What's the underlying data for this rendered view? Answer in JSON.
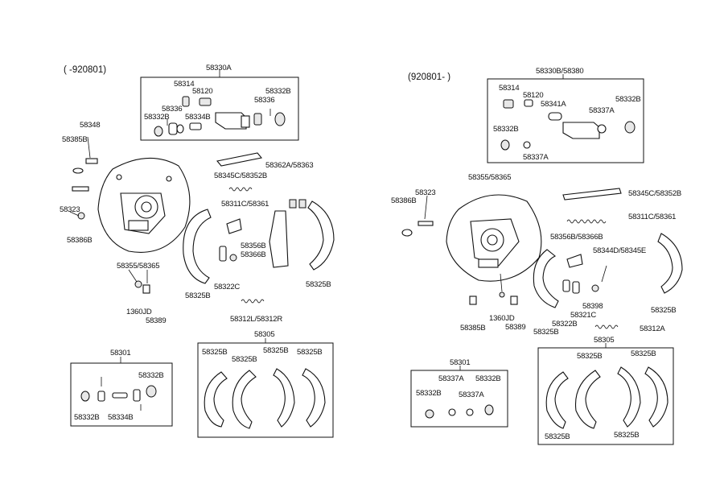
{
  "left": {
    "range": "( -920801)",
    "wheel_cylinder_kit": "58330A",
    "labels": {
      "l58314": "58314",
      "l58120": "58120",
      "l58332B_a": "58332B",
      "l58336_a": "58336",
      "l58336_b": "58336",
      "l58332B_b": "58332B",
      "l58334B_a": "58334B",
      "l58348": "58348",
      "l58385B": "58385B",
      "l58323": "58323",
      "l58386B": "58386B",
      "l58355": "58355/58365",
      "l1360JD": "1360JD",
      "l58389": "58389",
      "l58362A": "58362A/58363",
      "l58345C": "58345C/58352B",
      "l58311C": "58311C/58361",
      "l58356B": "58356B",
      "l58366B": "58366B",
      "l58322C": "58322C",
      "l58325B_a": "58325B",
      "l58325B_b": "58325B",
      "l58312L": "58312L/58312R"
    },
    "repair_kit": {
      "number": "58301",
      "labels": {
        "a": "58332B",
        "b": "58332B",
        "c": "58334B"
      }
    },
    "shoe_set": {
      "number": "58305",
      "labels": {
        "a": "58325B",
        "b": "58325B",
        "c": "58325B",
        "d": "58325B"
      }
    }
  },
  "right": {
    "range": "(920801- )",
    "wheel_cylinder_kit": "58330B/58380",
    "labels": {
      "r58314": "58314",
      "r58120": "58120",
      "r58341A": "58341A",
      "r58332B_a": "58332B",
      "r58337A_a": "58337A",
      "r58332B_b": "58332B",
      "r58337A_b": "58337A",
      "r58355": "58355/58365",
      "r58323": "58323",
      "r58386B": "58386B",
      "r58345C": "58345C/58352B",
      "r58311C": "58311C/58361",
      "r58356B": "58356B/58366B",
      "r58344D": "58344D/58345E",
      "r58322B": "58322B",
      "r58321C": "58321C",
      "r58398": "58398",
      "r58325B_a": "58325B",
      "r58325B_b": "58325B",
      "r58385B": "58385B",
      "r1360JD": "1360JD",
      "r58389": "58389",
      "r58312A": "58312A"
    },
    "repair_kit": {
      "number": "58301",
      "labels": {
        "a": "58337A",
        "b": "58332B",
        "c": "58332B",
        "d": "58337A"
      }
    },
    "shoe_set": {
      "number": "58305",
      "labels": {
        "a": "58325B",
        "b": "58325B",
        "c": "58325B",
        "d": "58325B"
      }
    }
  }
}
